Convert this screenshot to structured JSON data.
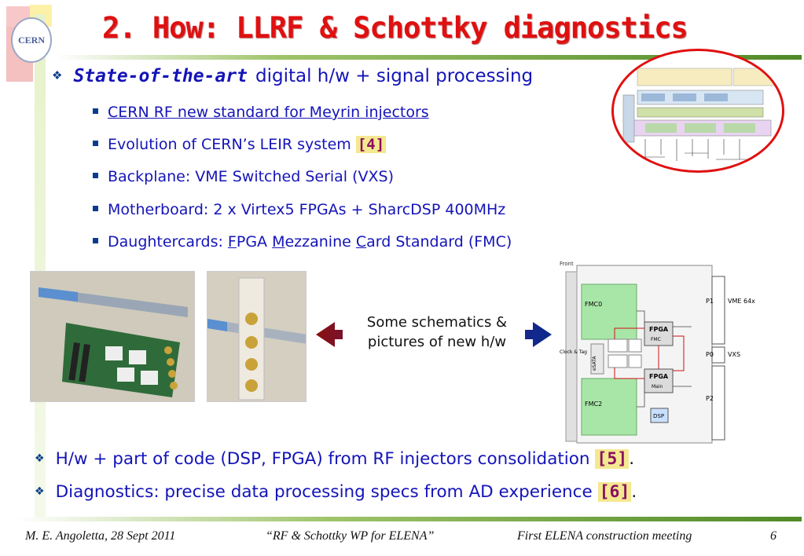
{
  "slide": {
    "logo_text": "CERN",
    "title": "2. How: LLRF & Schottky diagnostics"
  },
  "bullet1": {
    "emphasis": "State-of-the-art",
    "rest": "digital h/w + signal processing"
  },
  "subbullets": [
    {
      "text": "CERN RF new standard for Meyrin injectors"
    },
    {
      "text": "Evolution of CERN’s LEIR system",
      "ref": "[4]"
    },
    {
      "text": "Backplane: VME Switched Serial (VXS)"
    },
    {
      "text": "Motherboard: 2 x Virtex5 FPGAs + SharcDSP 400MHz"
    },
    {
      "prefix": "Daughtercards: ",
      "f": "F",
      "pga": "PGA ",
      "m": "M",
      "ezzanine": "ezzanine ",
      "c": "C",
      "ard": "ard Standard (FMC)"
    }
  ],
  "callout": {
    "line1": "Some schematics &",
    "line2": "pictures of new h/w"
  },
  "schematic": {
    "front": "Front",
    "fmc0": "FMC0",
    "fmc2": "FMC2",
    "fpga_top": "FPGA",
    "fmc": "FMC",
    "fpga_bottom": "FPGA",
    "main": "Main",
    "dsp": "DSP",
    "esata": "eSATA",
    "clock": "Clock & Tag",
    "p1": "P1",
    "vme": "VME 64x",
    "p0": "P0",
    "vxs": "VXS",
    "p2": "P2"
  },
  "bullets2": [
    {
      "text": "H/w + part of code (DSP, FPGA) from RF injectors consolidation ",
      "ref": "[5]",
      "end": "."
    },
    {
      "text": "Diagnostics: precise data processing specs from AD experience  ",
      "ref": "[6]",
      "end": "."
    }
  ],
  "footer": {
    "author": "M. E. Angoletta, 28 Sept 2011",
    "talk": "“RF & Schottky WP for ELENA”",
    "meeting": "First ELENA construction meeting",
    "page": "6"
  },
  "colors": {
    "title": "#e01010",
    "body_text": "#1414b8",
    "ref_text": "#8a1060",
    "ref_bg": "#f4e890",
    "accent_green": "#4f8a26"
  }
}
